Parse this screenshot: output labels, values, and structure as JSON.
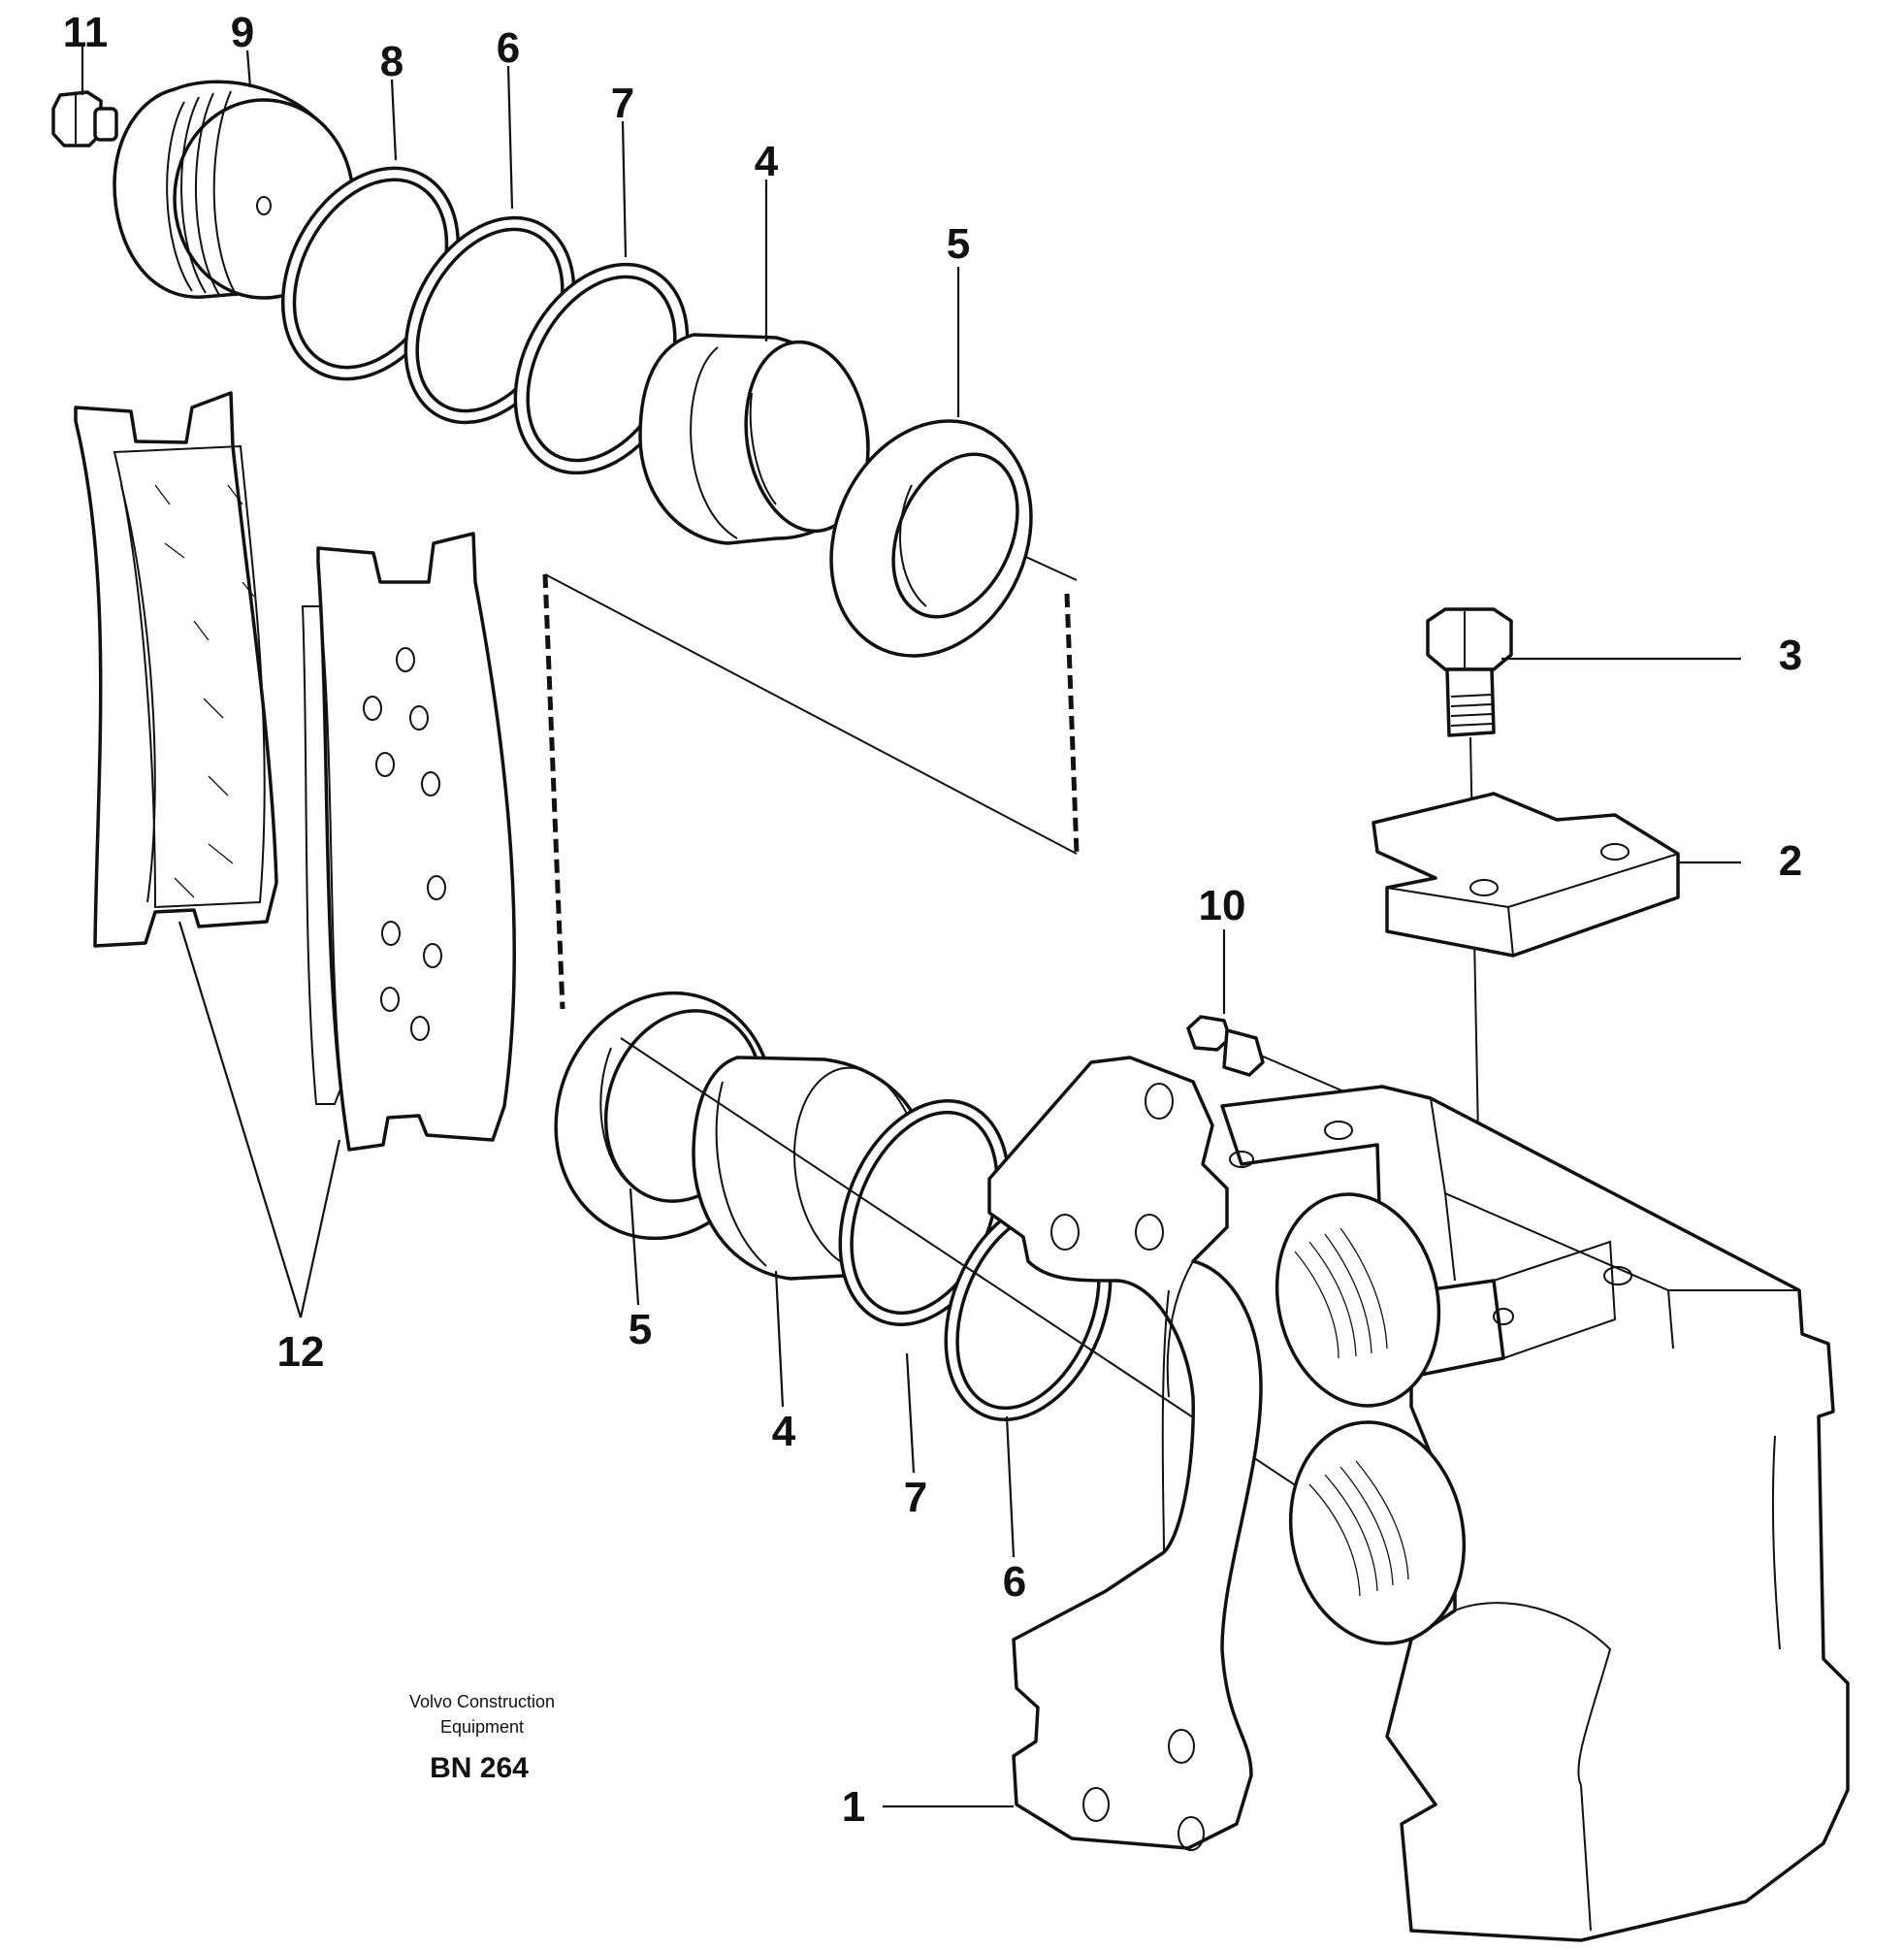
{
  "callouts": {
    "c1": "1",
    "c2": "2",
    "c3": "3",
    "c4_top": "4",
    "c4_bottom": "4",
    "c5_top": "5",
    "c5_bottom": "5",
    "c6_top": "6",
    "c6_bottom": "6",
    "c7_top": "7",
    "c7_bottom": "7",
    "c8": "8",
    "c9": "9",
    "c10": "10",
    "c11": "11",
    "c12": "12"
  },
  "credit": {
    "line1": "Volvo Construction",
    "line2": "Equipment",
    "code": "BN 264"
  }
}
